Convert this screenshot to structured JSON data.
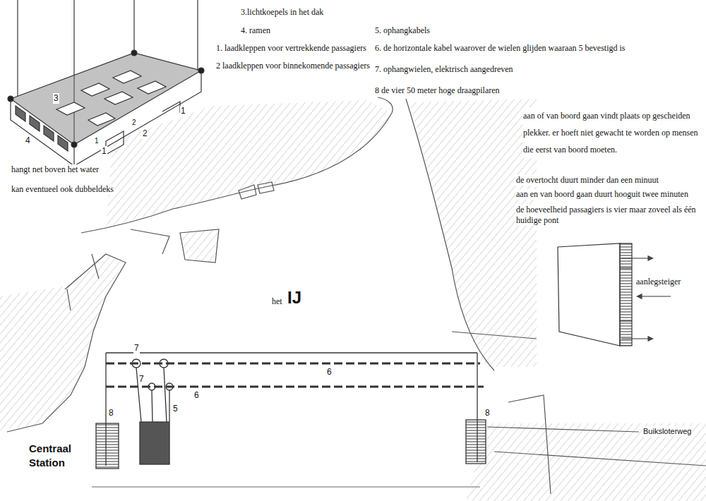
{
  "diagram": {
    "labels": [
      "3.lichtkoepels in het dak",
      "4. ramen",
      "1. laadkleppen voor vertrekkende passagiers",
      "2 laadkleppen voor binnekomende passagiers",
      "5. ophangkabels",
      "6. de horizontale kabel waarover de wielen glijden waaraan 5 bevestigd is",
      "7. ophangwielen, elektrisch aangedreven",
      "8 de vier 50 meter hoge draagpilaren",
      "aan of van boord gaan vindt plaats op gescheiden plekker. er hoeft niet gewacht te worden op mensen die eerst van boord moeten.",
      "de overtocht duurt minder dan een minuut",
      "aan en van boord gaan duurt hooguit twee minuten",
      "de hoeveelheid passagiers is vier maar zoveel als één huidige pont",
      "hangt net boven het water",
      "kan eventueel ook dubbeldeks",
      "het",
      "IJ",
      "aanlegsteiger",
      "Buiksloterweg",
      "Centraal Station",
      "3",
      "4",
      "1",
      "2",
      "1",
      "2",
      "1",
      "7",
      "7",
      "6",
      "6",
      "5",
      "8",
      "8"
    ]
  }
}
